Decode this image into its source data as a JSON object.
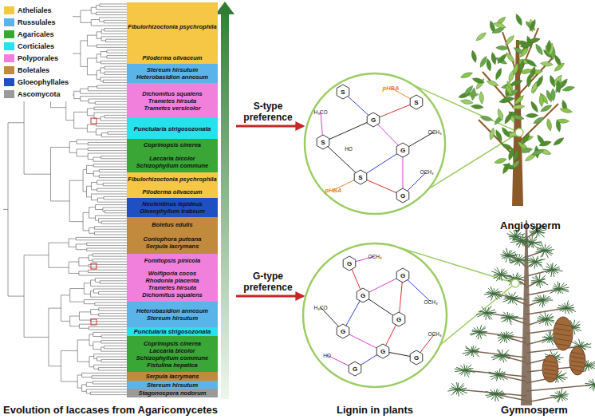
{
  "diagram": {
    "nodes": [
      {
        "text": [
          "Fibulorhizoctonia psychrophila"
        ]
      },
      {
        "text": [
          "Piloderma olivaceum"
        ]
      },
      {
        "text": [
          "Stereum hirsutum",
          "Heterobasidion annosum"
        ]
      },
      {
        "text": [
          "Dichomitus squalens",
          "Trametes hirsuta",
          "Trametes versicolor"
        ]
      },
      {
        "text": [
          "Punctularia strigosozonata"
        ]
      },
      {
        "text": [
          "Coprinopsis cinerea"
        ]
      },
      {
        "text": [
          "Laccaria bicolor",
          "Schizophyllum commune"
        ]
      },
      {
        "text": [
          "Fibulorhizoctonia psychrophila"
        ]
      },
      {
        "text": [
          "Piloderma olivaceum"
        ]
      },
      {
        "text": [
          "Neolentinus lepideus",
          "Gloeophyllum trabeum"
        ]
      },
      {
        "text": [
          "Boletus edulis"
        ]
      },
      {
        "text": [
          "Coniophora puteana",
          "Serpula lacrymans"
        ]
      },
      {
        "text": [
          "Fomitopsis pinicola"
        ]
      },
      {
        "text": [
          "Wolfiporia cocos",
          "Rhodonia placenta",
          "Trametes hirsuta",
          "Dichomitus squalens"
        ]
      },
      {
        "text": [
          "Heterobasidion annosum",
          "Stereum hirsutum"
        ]
      },
      {
        "text": [
          "Punctularia strigosozonata"
        ]
      },
      {
        "text": [
          "Coprinopsis cinerea",
          "Laccaria bicolor",
          "Schizophyllum commune",
          "Fistulina hepatica"
        ]
      },
      {
        "text": [
          "Serpula lacrymans"
        ]
      },
      {
        "text": [
          "Stereum hirsutum"
        ]
      },
      {
        "text": [
          "Stagonospora nodorum"
        ]
      }
    ],
    "labels": [
      "S-type preference",
      "G-type preference",
      "Angiosperm",
      "Gymnosperm",
      "Evolution of laccases from Agaricomycetes",
      "Lignin in plants",
      "S",
      "S",
      "G",
      "S",
      "G",
      "S",
      "G",
      "pHBA",
      "pHBA",
      "H₃CO",
      "OCH₃",
      "OCH₃",
      "HO",
      "G",
      "G",
      "G",
      "G",
      "G",
      "G",
      "G",
      "G",
      "OCH₃",
      "H₃CO",
      "OCH₃",
      "OCH₃",
      "HO"
    ],
    "legend": [
      {
        "text": "Atheliales",
        "color": "#f6c645"
      },
      {
        "text": "Russulales",
        "color": "#5ab4ea"
      },
      {
        "text": "Agaricales",
        "color": "#3aa635"
      },
      {
        "text": "Corticiales",
        "color": "#25e2ec"
      },
      {
        "text": "Polyporales",
        "color": "#f080dc"
      },
      {
        "text": "Boletales",
        "color": "#c28a3c"
      },
      {
        "text": "Gloeophyllales",
        "color": "#1f4fc0"
      },
      {
        "text": "Ascomycota",
        "color": "#9a9a9a"
      }
    ]
  }
}
